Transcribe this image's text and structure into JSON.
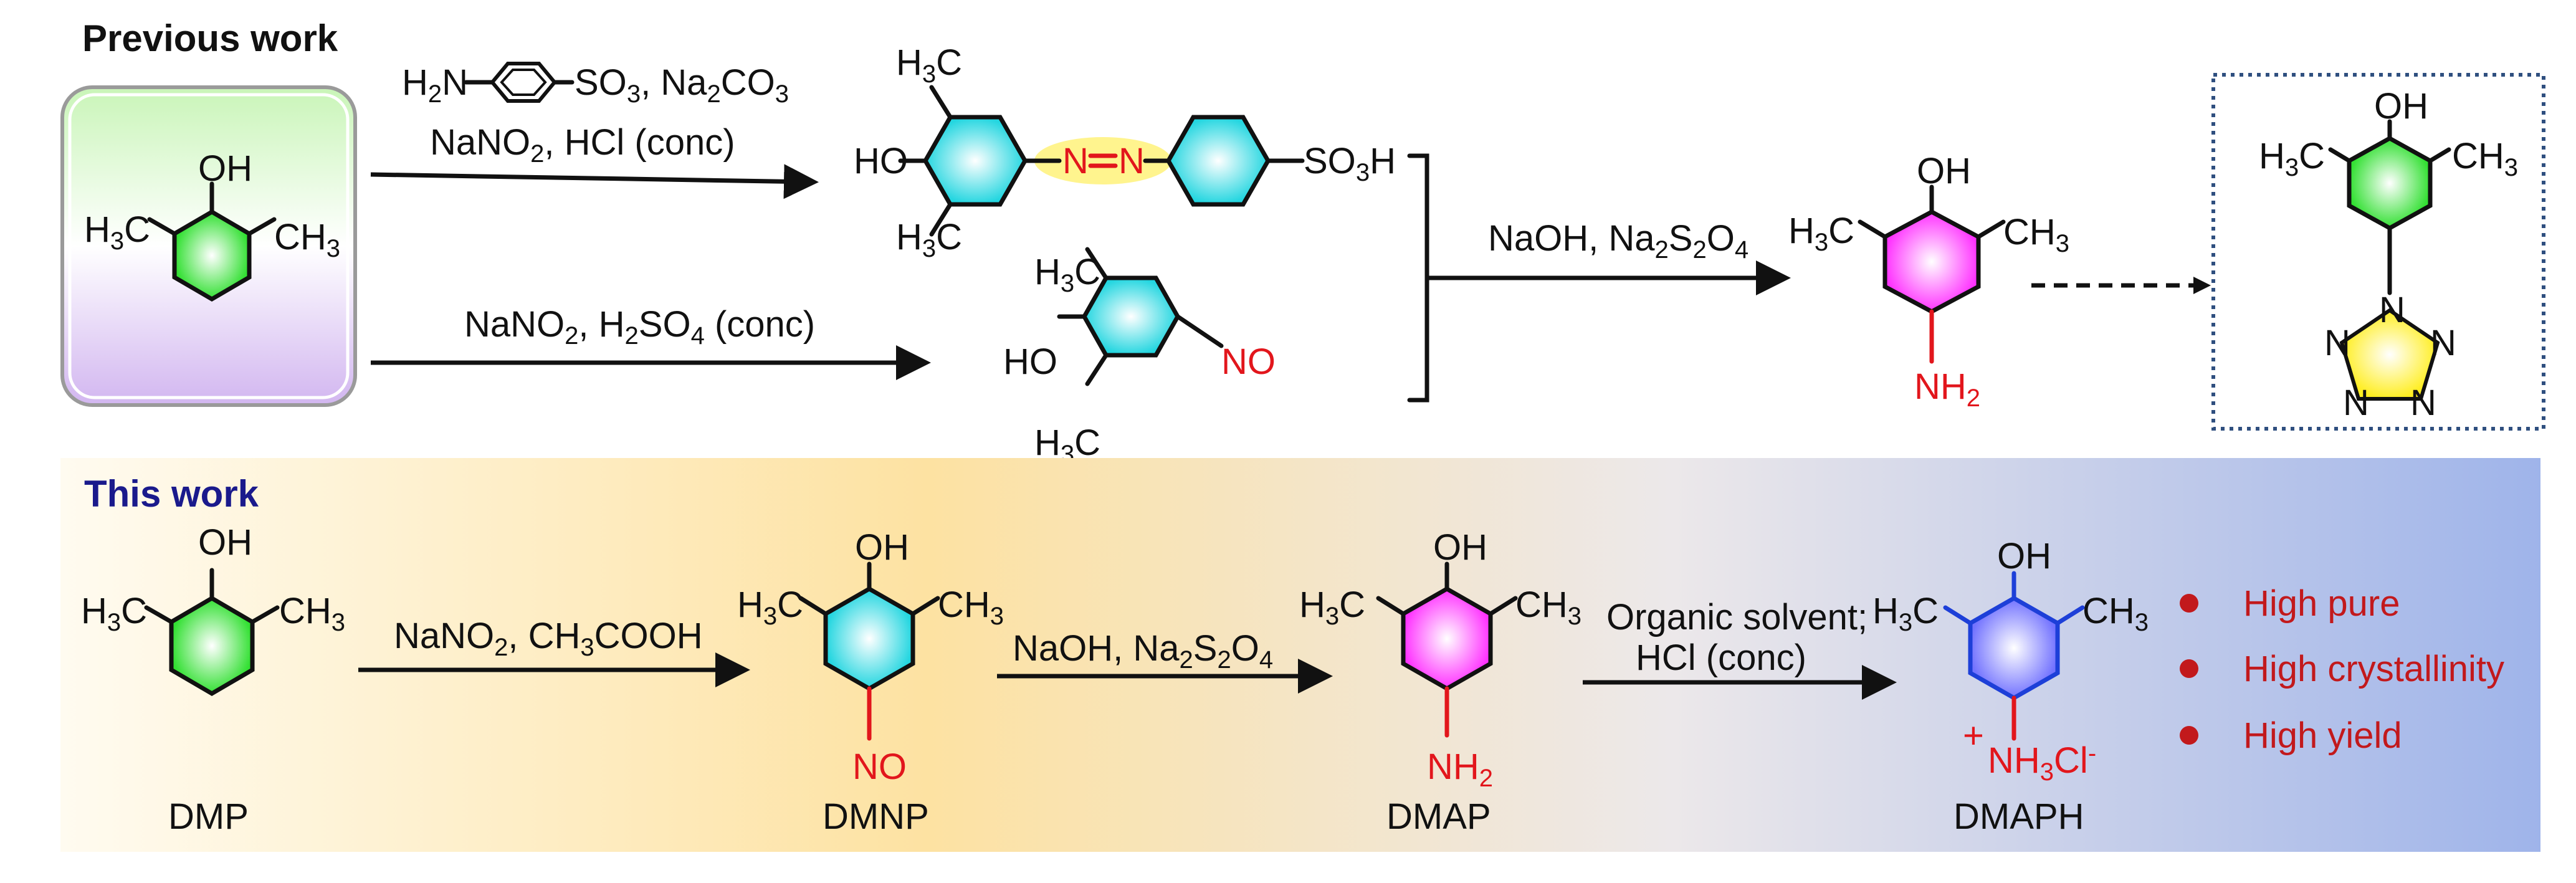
{
  "sections": {
    "previous_work": "Previous work",
    "this_work": "This work"
  },
  "previous": {
    "reagent_top_1": "SO",
    "reagent_top_2": "NaNO",
    "reagent_bottom": "NaNO",
    "reduction": "NaOH, Na"
  },
  "this_work": {
    "step1": "NaNO",
    "step2": "NaOH, Na",
    "step3_line1": "Organic solvent;",
    "step3_line2": "HCl (conc)"
  },
  "compound_labels": {
    "dmp": "DMP",
    "dmnp": "DMNP",
    "dmap": "DMAP",
    "dmaph": "DMAPH"
  },
  "advantages": [
    "High pure",
    "High crystallinity",
    "High yield"
  ],
  "colors": {
    "text": "#111111",
    "red": "#e2161c",
    "advantage_red": "#c2191c",
    "navy_title": "#1a1a8c",
    "ring_green": "#33e033",
    "ring_cyan": "#24d6e0",
    "ring_magenta": "#ff33ff",
    "ring_blue": "#7373ff",
    "ring_yellow": "#ffee22",
    "dotted_box": "#2f4f7f"
  }
}
